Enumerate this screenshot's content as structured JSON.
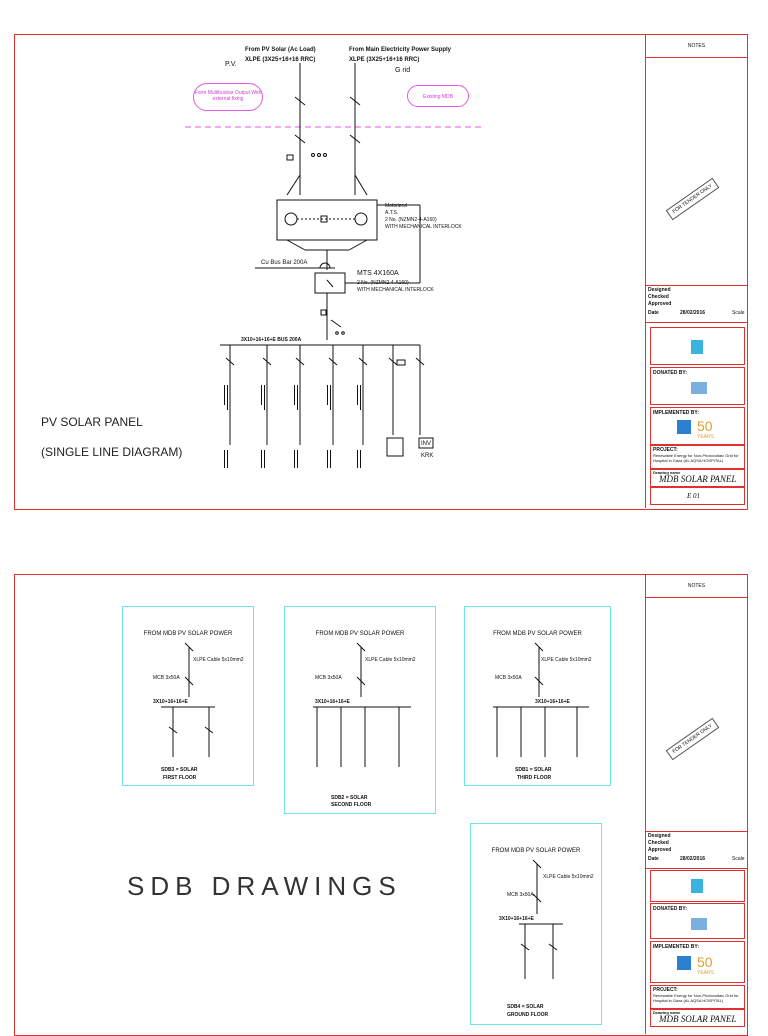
{
  "sheet1": {
    "supply_left": "From PV Solar (Ac Load)",
    "cable_left": "XLPE (3X25+16+16 RRC)",
    "pv_label": "P.V.",
    "supply_right": "From Main Electricity Power Supply",
    "cable_right": "XLPE (3X25+16+16 RRC)",
    "grid_label": "G rid",
    "cloud_left": "Form Multibusbar Output With external fixing",
    "cloud_right": "Existing MDB",
    "motorized": "Motorized",
    "ats": "A.T.S.",
    "ats_spec": "2 No. (NZMN2-4-A160)",
    "interlock1": "WITH MECHANICAL INTERLOCK",
    "busbar": "Cu Bus Bar 200A",
    "mts": "MTS 4X160A",
    "mts_spec": "2 No. (NZMN2-4-A160)",
    "interlock2": "WITH MECHANICAL INTERLOCK",
    "bus_note": "3X10+16+16+E BUS 200A",
    "title_line1": "PV SOLAR PANEL",
    "title_line2": "(SINGLE LINE DIAGRAM)",
    "inv_label": "INV",
    "krk_label": "KRK"
  },
  "sheet2": {
    "sdb_title": "SDB DRAWINGS",
    "header": "FROM MDB PV SOLAR POWER",
    "cable": "XLPE Cable 5x10mm2",
    "breaker": "MCB 3x50A",
    "bus": "3X10+16+16+E",
    "panels": [
      {
        "caption1": "SDB3  =  SOLAR",
        "caption2": "FIRST FLOOR"
      },
      {
        "caption1": "SDB2  =  SOLAR",
        "caption2": "SECOND FLOOR"
      },
      {
        "caption1": "SDB1  =  SOLAR",
        "caption2": "THIRD FLOOR"
      },
      {
        "caption1": "SDB4  =  SOLAR",
        "caption2": "GROUND FLOOR"
      }
    ]
  },
  "titleblock": {
    "notes": "NOTES",
    "stamp": "FOR TENDER ONLY",
    "rows": [
      "Designed",
      "Checked",
      "Approved",
      "Date"
    ],
    "date_value": "28/02/2016",
    "scale_label": "Scale",
    "donated_by": "DONATED BY:",
    "implemented_by": "IMPLEMENTED BY:",
    "project_label": "PROJECT:",
    "project_desc": "Renewable Energy for Non-Photovoltaic Grid for Hospital in Gaza (AL AQSA HOSPITAL)",
    "drawing_name_label": "Drawing name",
    "drawing_name": "MDB SOLAR PANEL",
    "drawing_no": "E 01",
    "anniv": "50",
    "anniv_sub": "YEARS"
  },
  "colors": {
    "border": "#e03030",
    "cyan": "#6fe6e6",
    "magenta": "#e05be0"
  }
}
